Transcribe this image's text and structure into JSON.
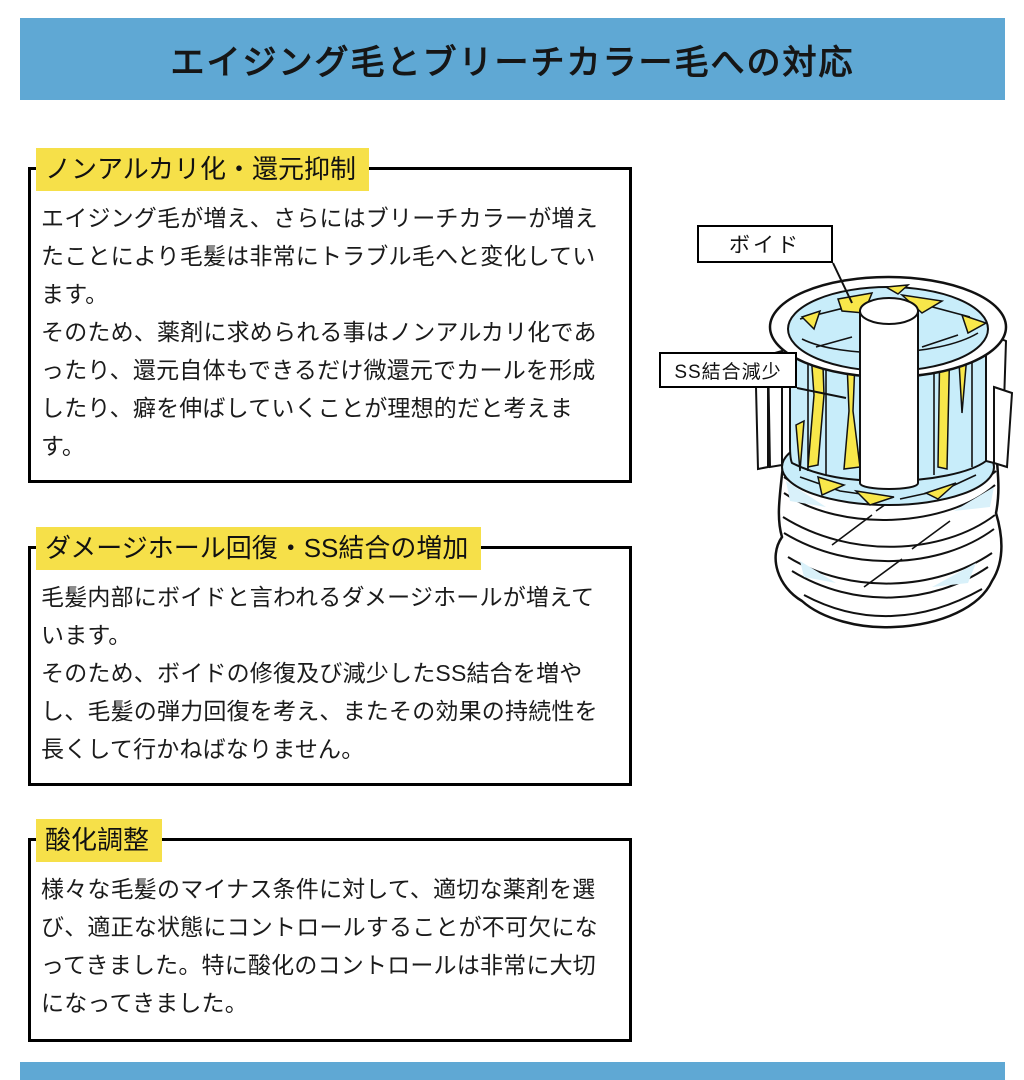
{
  "header": {
    "title": "エイジング毛とブリーチカラー毛への対応"
  },
  "sections": [
    {
      "title": "ノンアルカリ化・還元抑制",
      "body": "エイジング毛が増え、さらにはブリーチカラーが増えたことにより毛髪は非常にトラブル毛へと変化しています。\nそのため、薬剤に求められる事はノンアルカリ化であったり、還元自体もできるだけ微還元でカールを形成したり、癖を伸ばしていくことが理想的だと考えます。"
    },
    {
      "title": "ダメージホール回復・SS結合の増加",
      "body": "毛髪内部にボイドと言われるダメージホールが増えています。\nそのため、ボイドの修復及び減少したSS結合を増やし、毛髪の弾力回復を考え、またその効果の持続性を長くして行かねばなりません。"
    },
    {
      "title": "酸化調整",
      "body": "様々な毛髪のマイナス条件に対して、適切な薬剤を選び、適正な状態にコントロールすることが不可欠になってきました。特に酸化のコントロールは非常に大切になってきました。"
    }
  ],
  "figure": {
    "labels": [
      {
        "text": "ボイド"
      },
      {
        "text": "SS結合減少"
      }
    ]
  },
  "colors": {
    "header_blue": "#5FA8D4",
    "highlight_yellow": "#F6E049",
    "cell_blue": "#C8EDFA",
    "void_yellow": "#F8E74A",
    "outline": "#111111"
  }
}
